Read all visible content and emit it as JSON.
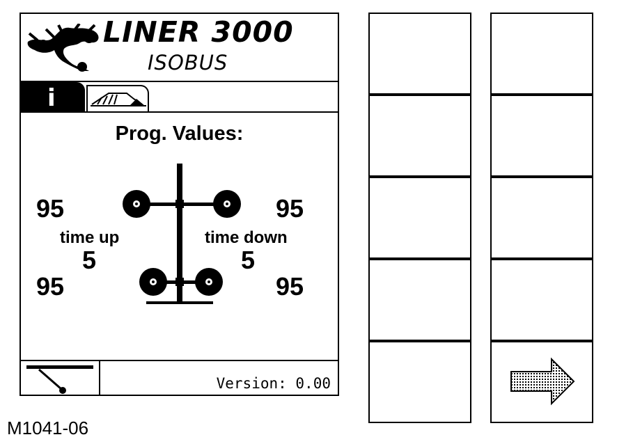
{
  "header": {
    "brand_main": "LINER 3000",
    "brand_sub": "ISOBUS"
  },
  "tabs": [
    {
      "icon": "info-icon",
      "label": "i",
      "active": true
    },
    {
      "icon": "rake-machine-icon",
      "active": false
    }
  ],
  "main": {
    "title": "Prog. Values:",
    "top_left_value": "95",
    "top_right_value": "95",
    "bottom_left_value": "95",
    "bottom_right_value": "95",
    "time_up_label": "time up",
    "time_up_value": "5",
    "time_down_label": "time down",
    "time_down_value": "5"
  },
  "footer": {
    "icon": "lever-icon",
    "version": "Version: 0.00"
  },
  "softkeys": {
    "next_icon": "arrow-right-icon"
  },
  "caption": "M1041-06"
}
